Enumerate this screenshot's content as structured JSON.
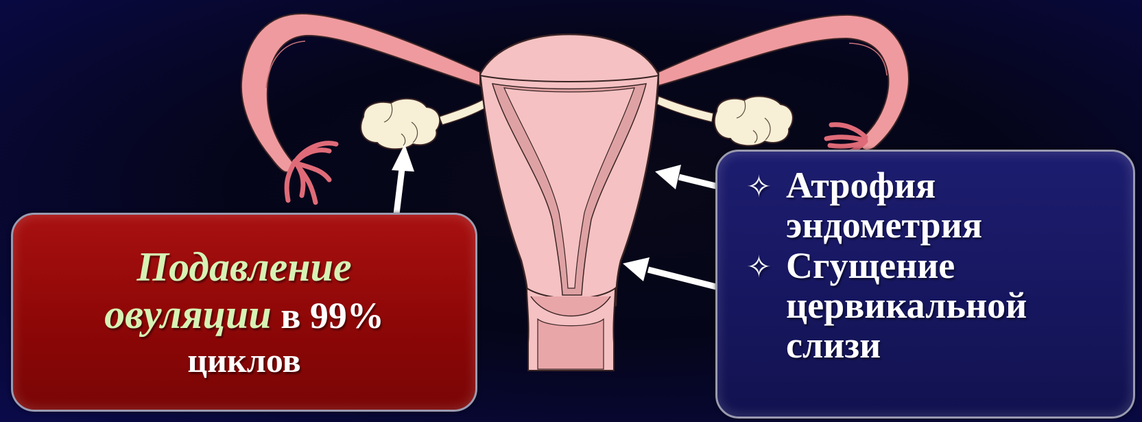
{
  "left_box": {
    "line1": "Подавление",
    "line2_em": "овуляции",
    "line2_rest": " в 99%",
    "line3": "циклов"
  },
  "right_box": {
    "bullets": [
      {
        "text": "Атрофия\nэндометрия"
      },
      {
        "text": "Сгущение\nцервикальной\nслизи"
      }
    ]
  },
  "icons": {
    "bullet": "four-point-star-outline",
    "bullet_glyph": "✧"
  },
  "colors": {
    "background": "#05051a",
    "left_box": "#8e0707",
    "right_box": "#16165e",
    "emphasis_text": "#d6f2b4",
    "uterus": "#f2b3b3",
    "ovary": "#f6ecd2"
  }
}
